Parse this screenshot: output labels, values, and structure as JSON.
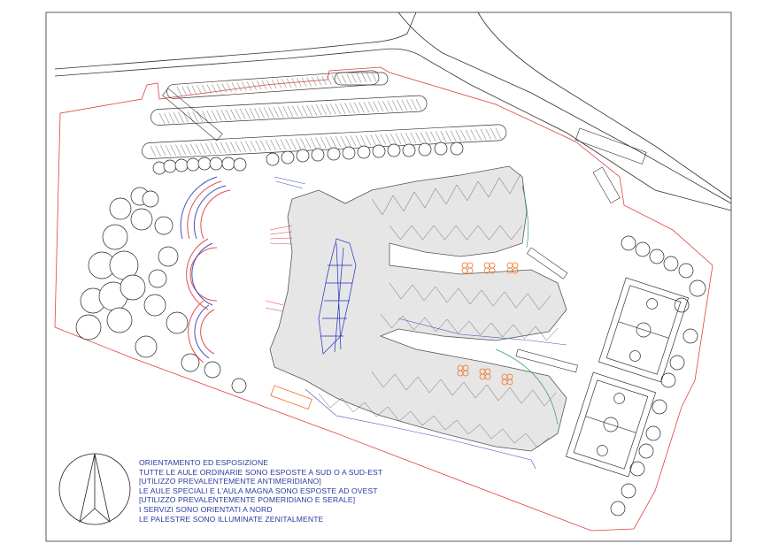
{
  "legend": {
    "title": "ORIENTAMENTO ED ESPOSIZIONE",
    "lines": [
      "TUTTE LE AULE ORDINARIE SONO ESPOSTE A SUD O A SUD-EST",
      "[UTILIZZO PREVALENTEMENTE ANTIMERIDIANO]",
      "LE AULE SPECIALI E L'AULA MAGNA SONO ESPOSTE AD OVEST",
      "[UTILIZZO PREVALENTEMENTE POMERIDIANO E SERALE]",
      "I SERVIZI SONO ORIENTATI A NORD",
      "LE PALESTRE SONO ILLUMINATE ZENITALMENTE"
    ]
  },
  "colors": {
    "lot_boundary": "#e04040",
    "building_fill": "#e6e6e6",
    "roof_structure": "#2030c0",
    "legend_text": "#2a3aa0",
    "arena_red": "#e05050",
    "arena_blue": "#4050c0",
    "pool_orange": "#f07020"
  },
  "icons": {
    "north_arrow": "north-arrow-icon"
  }
}
